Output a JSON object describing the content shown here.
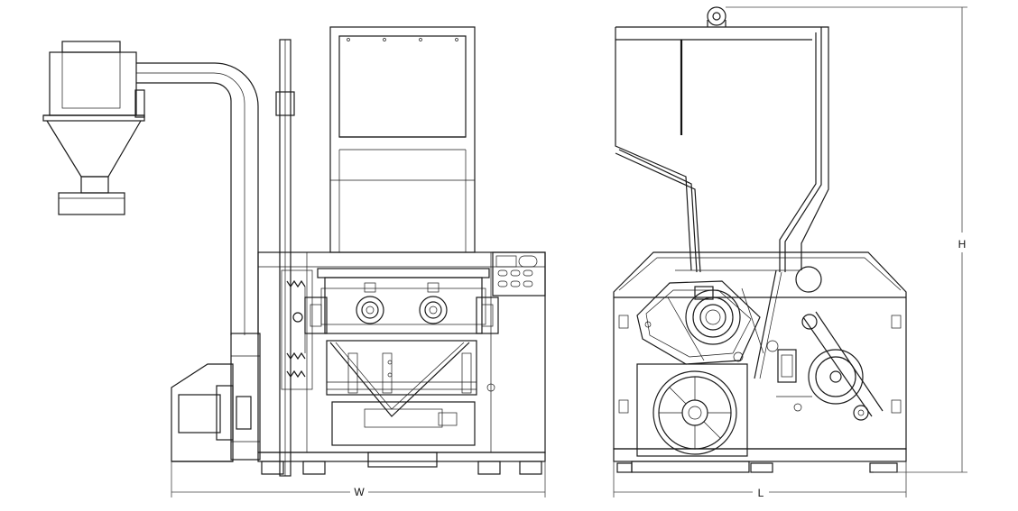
{
  "drawing": {
    "front_view": {
      "dimension_label": "W"
    },
    "side_view": {
      "dimension_labels": [
        "L",
        "H"
      ]
    }
  },
  "colors": {
    "line": "#1a1a1a",
    "background": "#ffffff"
  }
}
